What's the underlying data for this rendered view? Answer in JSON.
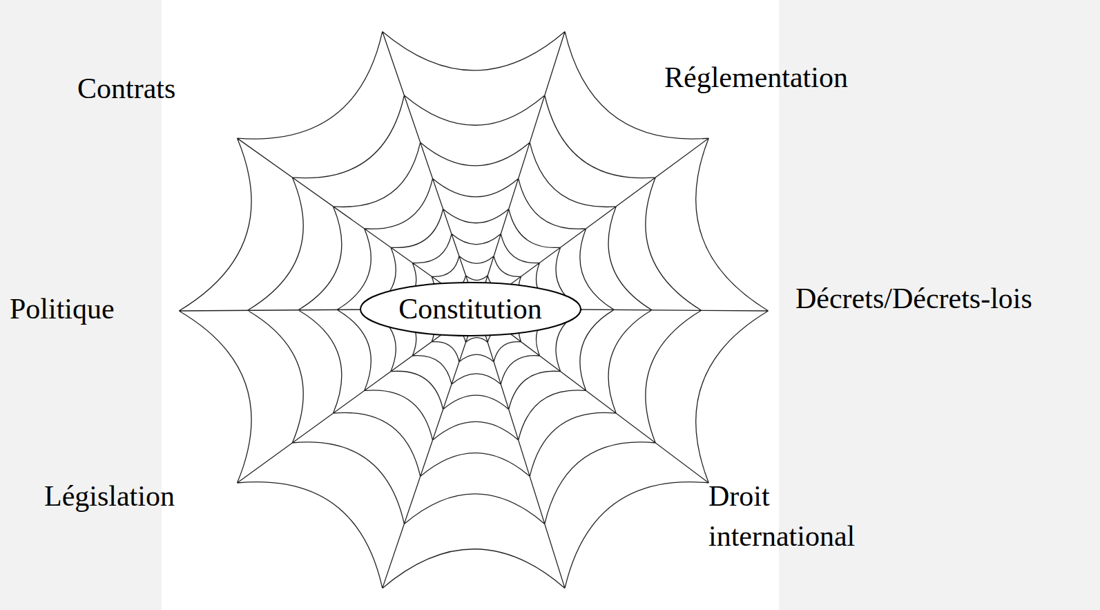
{
  "diagram": {
    "nodes": [
      {
        "text": [
          "Constitution"
        ]
      }
    ],
    "labels": [
      "Contrats",
      "Réglementation",
      "Politique",
      "Décrets/Décrets-lois",
      "Législation",
      "Droit international"
    ]
  }
}
